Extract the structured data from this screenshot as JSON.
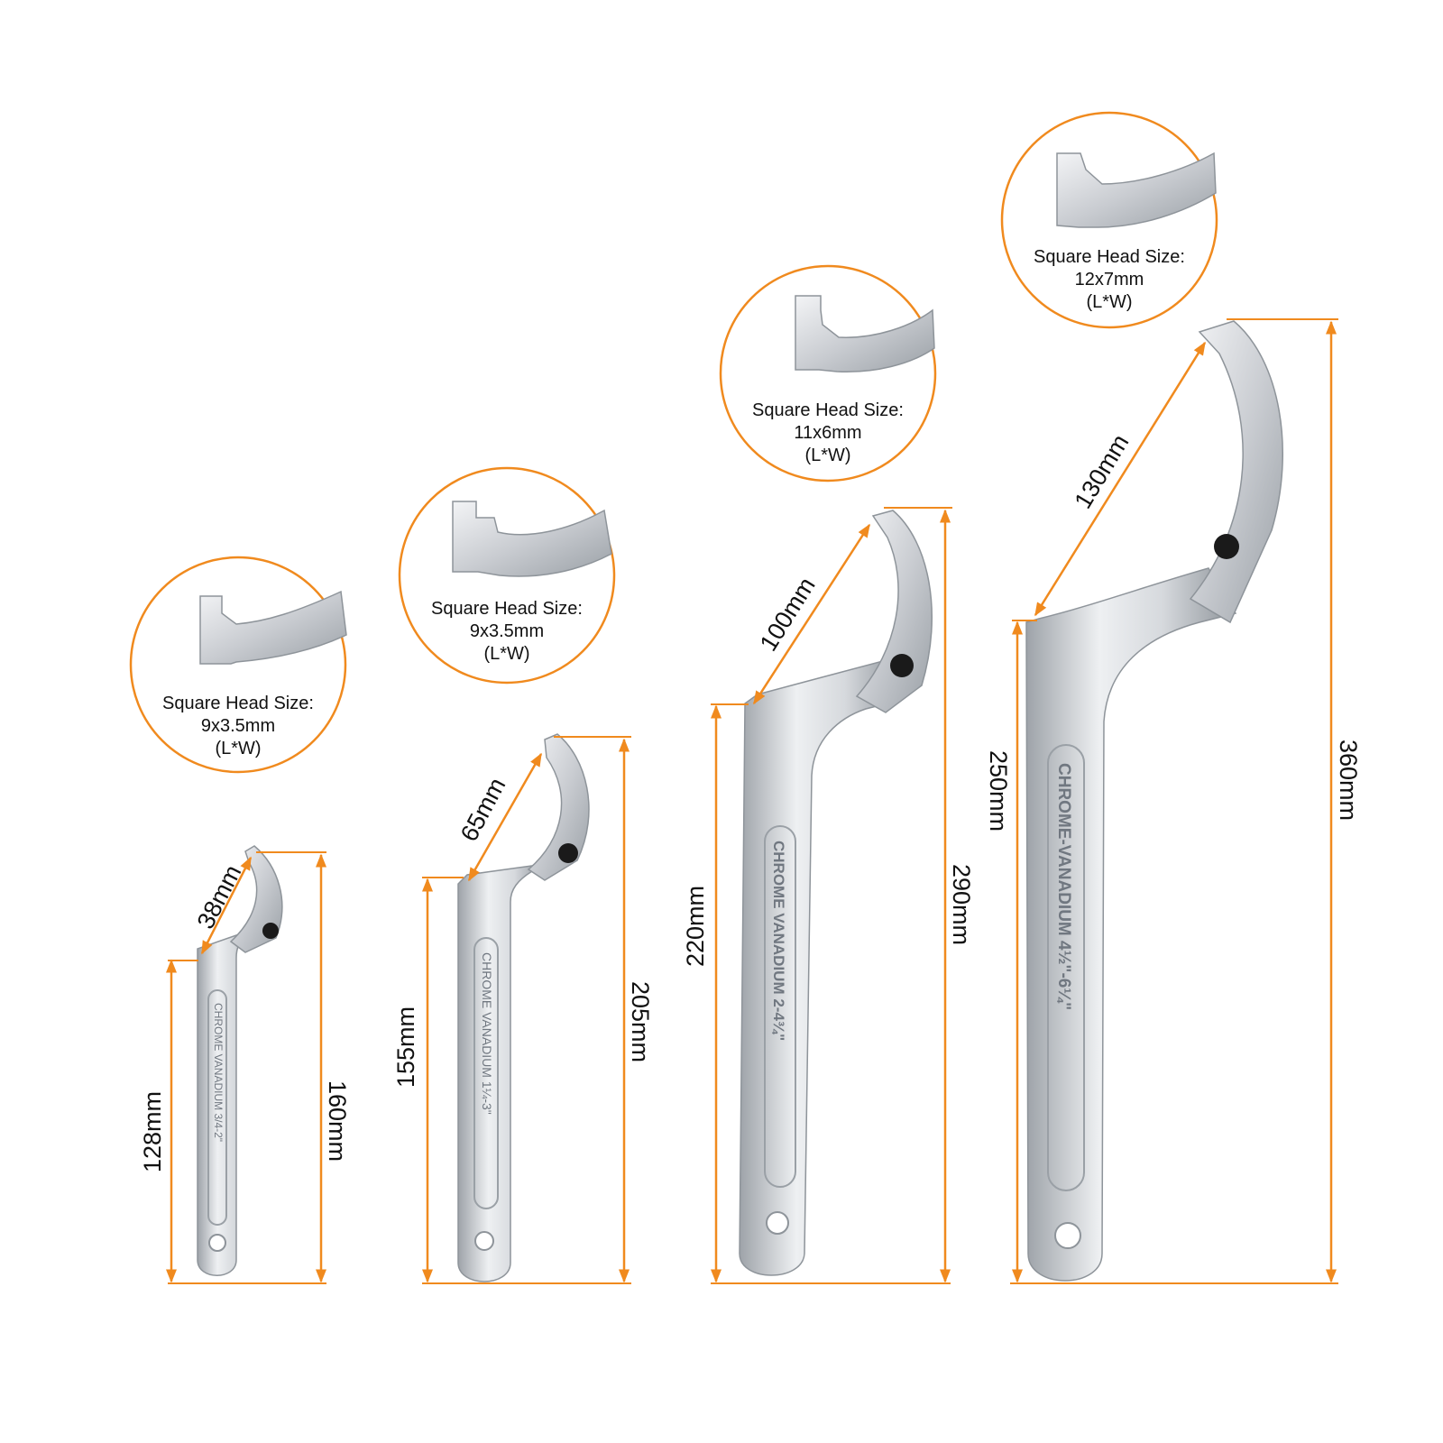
{
  "accent_color": "#f08a1e",
  "metal_color": "#cfd2d6",
  "wrenches": [
    {
      "hook_label": "38mm",
      "handle_label": "128mm",
      "total_label": "160mm",
      "engraving": "CHROME VANADIUM 3/4-2\"",
      "callout": {
        "title": "Square Head Size:",
        "size": "9x3.5mm",
        "unit": "(L*W)"
      }
    },
    {
      "hook_label": "65mm",
      "handle_label": "155mm",
      "total_label": "205mm",
      "engraving": "CHROME VANADIUM 1¼-3\"",
      "callout": {
        "title": "Square Head Size:",
        "size": "9x3.5mm",
        "unit": "(L*W)"
      }
    },
    {
      "hook_label": "100mm",
      "handle_label": "220mm",
      "total_label": "290mm",
      "engraving": "CHROME VANADIUM 2-4¾\"",
      "callout": {
        "title": "Square Head Size:",
        "size": "11x6mm",
        "unit": "(L*W)"
      }
    },
    {
      "hook_label": "130mm",
      "handle_label": "250mm",
      "total_label": "360mm",
      "engraving": "CHROME-VANADIUM 4½\"-6¼\"",
      "callout": {
        "title": "Square Head Size:",
        "size": "12x7mm",
        "unit": "(L*W)"
      }
    }
  ]
}
